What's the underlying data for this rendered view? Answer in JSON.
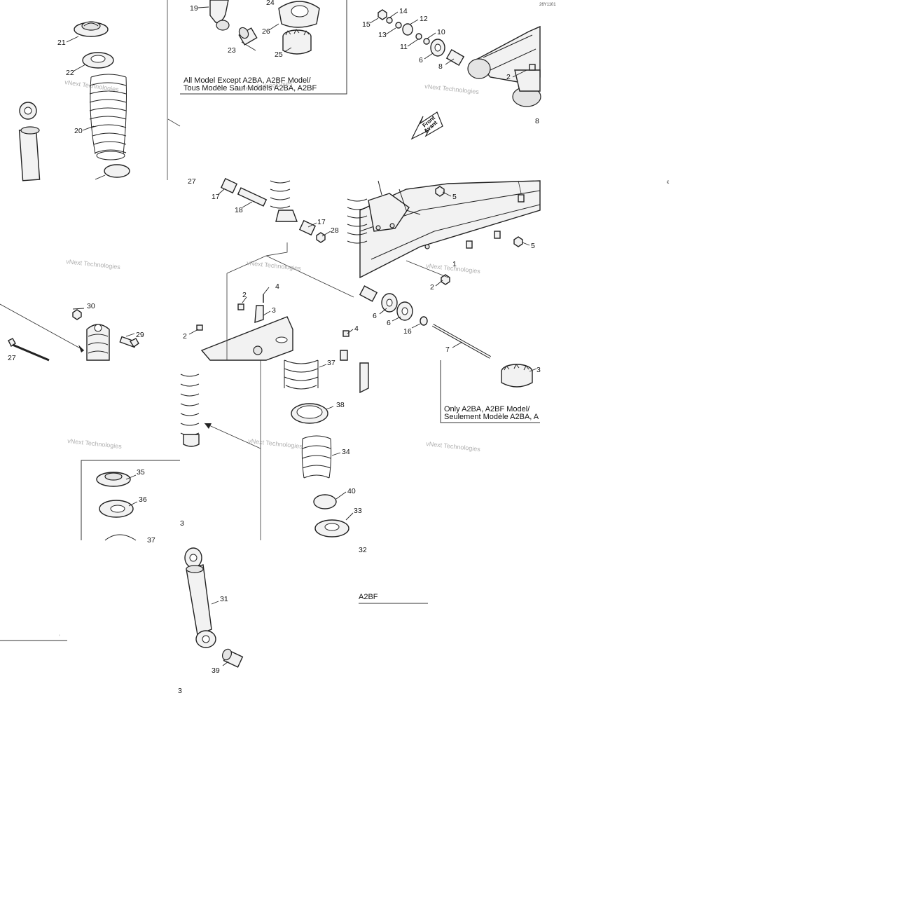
{
  "drawing_code": "26Y1101",
  "direction_arrow": {
    "line1": "Front",
    "line2": "Avant"
  },
  "watermark": "vNext Technologies",
  "notes": {
    "all_models_except": {
      "line1": "All Model Except A2BA, A2BF Model/",
      "line2": "Tous Modèle Sauf Modèls A2BA, A2BF"
    },
    "only_a2ba_a2bf": {
      "line1": "Only A2BA, A2BF Model/",
      "line2": "Seulement Modèle A2BA, A"
    },
    "fragment_a2bf": "A2BF"
  },
  "callouts": {
    "c1": "1",
    "c2": "2",
    "c3": "3",
    "c4": "4",
    "c5": "5",
    "c6": "6",
    "c7": "7",
    "c8": "8",
    "c10": "10",
    "c11": "11",
    "c12": "12",
    "c13": "13",
    "c14": "14",
    "c15": "15",
    "c16": "16",
    "c17": "17",
    "c18": "18",
    "c19": "19",
    "c20": "20",
    "c21": "21",
    "c22": "22",
    "c23": "23",
    "c24": "24",
    "c25": "25",
    "c26": "26",
    "c27": "27",
    "c28": "28",
    "c29": "29",
    "c30": "30",
    "c31": "31",
    "c32": "32",
    "c33": "33",
    "c34": "34",
    "c35": "35",
    "c36": "36",
    "c37": "37",
    "c38": "38",
    "c39": "39",
    "c40": "40"
  }
}
